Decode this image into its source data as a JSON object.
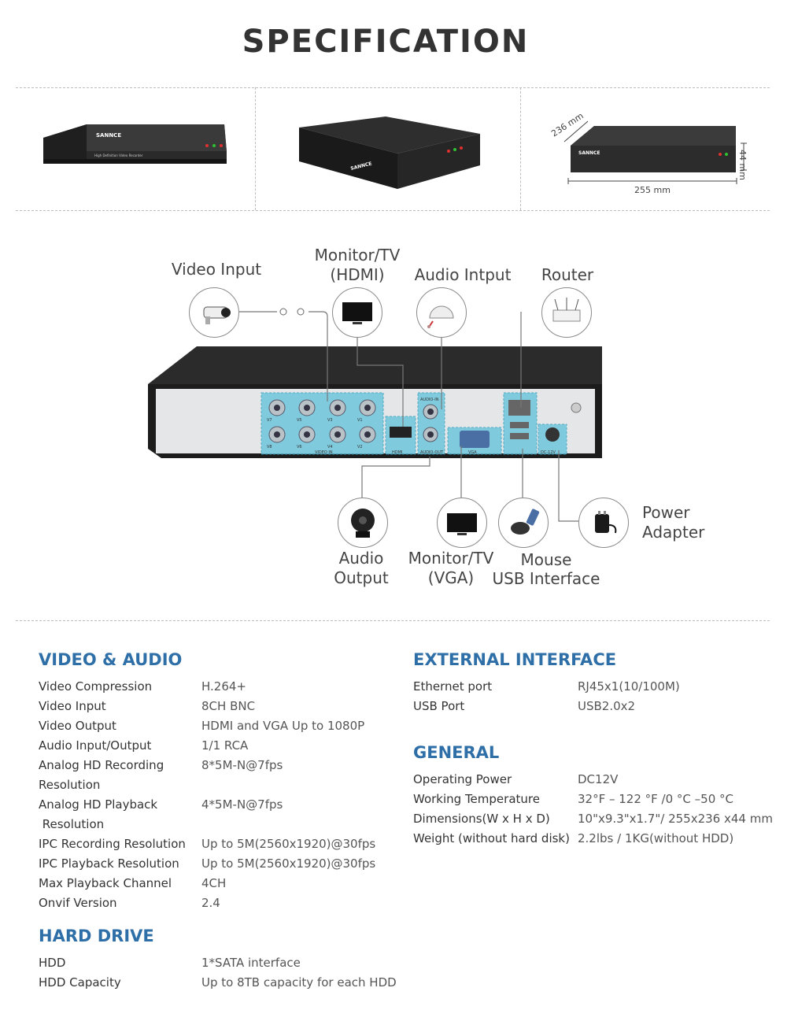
{
  "page_title": "SPECIFICATION",
  "dimensions": {
    "depth": "236 mm",
    "height": "44 mm",
    "width": "255 mm"
  },
  "device": {
    "brand": "SANNCE",
    "subtitle": "High Definition Video Recorder"
  },
  "rear_panel": {
    "video_in": "VIDEO IN",
    "hdmi": "HDMI",
    "audio_in": "AUDIO-IN",
    "audio_out": "AUDIO-OUT",
    "vga": "VGA",
    "dc": "DC-12V",
    "channels_top": [
      "V7",
      "V5",
      "V3",
      "V1"
    ],
    "channels_bottom": [
      "V8",
      "V6",
      "V4",
      "V2"
    ]
  },
  "connections": {
    "video_input": "Video Input",
    "monitor_hdmi": [
      "Monitor/TV",
      "(HDMI)"
    ],
    "audio_input": "Audio Intput",
    "router": "Router",
    "audio_output": [
      "Audio",
      "Output"
    ],
    "monitor_vga": [
      "Monitor/TV",
      "(VGA)"
    ],
    "mouse": [
      "Mouse",
      "USB Interface"
    ],
    "power": [
      "Power",
      "Adapter"
    ]
  },
  "sections": {
    "video_audio": {
      "title": "VIDEO & AUDIO",
      "rows": [
        {
          "k1": "Video Compression",
          "k2": "",
          "v": "H.264+"
        },
        {
          "k1": "Video Input",
          "k2": "",
          "v": "8CH BNC"
        },
        {
          "k1": "Video Output",
          "k2": "",
          "v": "HDMI and VGA Up to 1080P"
        },
        {
          "k1": "Audio Input/Output",
          "k2": "",
          "v": "1/1 RCA"
        },
        {
          "k1": "Analog HD Recording",
          "k2": "Resolution",
          "v": "8*5M-N@7fps"
        },
        {
          "k1": "Analog HD Playback",
          "k2": " Resolution",
          "v": "4*5M-N@7fps"
        },
        {
          "k1": "IPC Recording Resolution",
          "k2": "",
          "v": "Up to 5M(2560x1920)@30fps"
        },
        {
          "k1": "IPC Playback Resolution",
          "k2": "",
          "v": "Up to 5M(2560x1920)@30fps"
        },
        {
          "k1": "Max Playback Channel",
          "k2": "",
          "v": "4CH"
        },
        {
          "k1": "Onvif Version",
          "k2": "",
          "v": "2.4"
        }
      ]
    },
    "hard_drive": {
      "title": "HARD DRIVE",
      "rows": [
        {
          "k1": "HDD",
          "v": "1*SATA interface"
        },
        {
          "k1": "HDD Capacity",
          "v": "Up to 8TB capacity for each HDD"
        }
      ]
    },
    "external_interface": {
      "title": "EXTERNAL INTERFACE",
      "rows": [
        {
          "k1": "Ethernet port",
          "v": "RJ45x1(10/100M)"
        },
        {
          "k1": "USB Port",
          "v": "USB2.0x2"
        }
      ]
    },
    "general": {
      "title": "GENERAL",
      "rows": [
        {
          "k1": "Operating Power",
          "v": "DC12V"
        },
        {
          "k1": "Working Temperature",
          "v": "32°F – 122 °F /0 °C –50 °C"
        },
        {
          "k1": "Dimensions(W x H x D)",
          "v": "10\"x9.3\"x1.7\"/ 255x236 x44 mm"
        },
        {
          "k1": "Weight (without hard disk)",
          "v": "2.2lbs / 1KG(without HDD)"
        }
      ]
    }
  },
  "colors": {
    "heading": "#2f6fa8",
    "port_highlight": "#6fc6dc"
  }
}
